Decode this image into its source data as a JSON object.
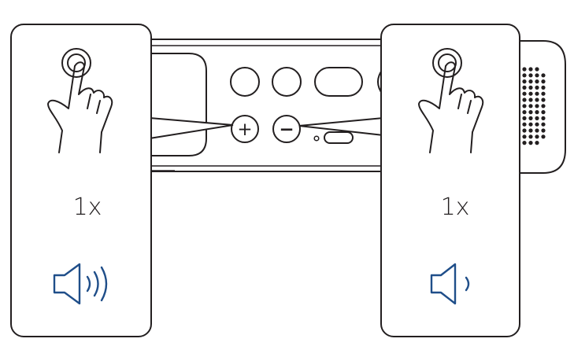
{
  "left_panel": {
    "count": "1x",
    "action": "volume-up",
    "icon": "speaker-loud-icon"
  },
  "right_panel": {
    "count": "1x",
    "action": "volume-down",
    "icon": "speaker-quiet-icon"
  },
  "device": {
    "plus_button": "+",
    "minus_button": "−"
  },
  "colors": {
    "line": "#231f20",
    "accent": "#1f4e89",
    "background": "#ffffff"
  }
}
